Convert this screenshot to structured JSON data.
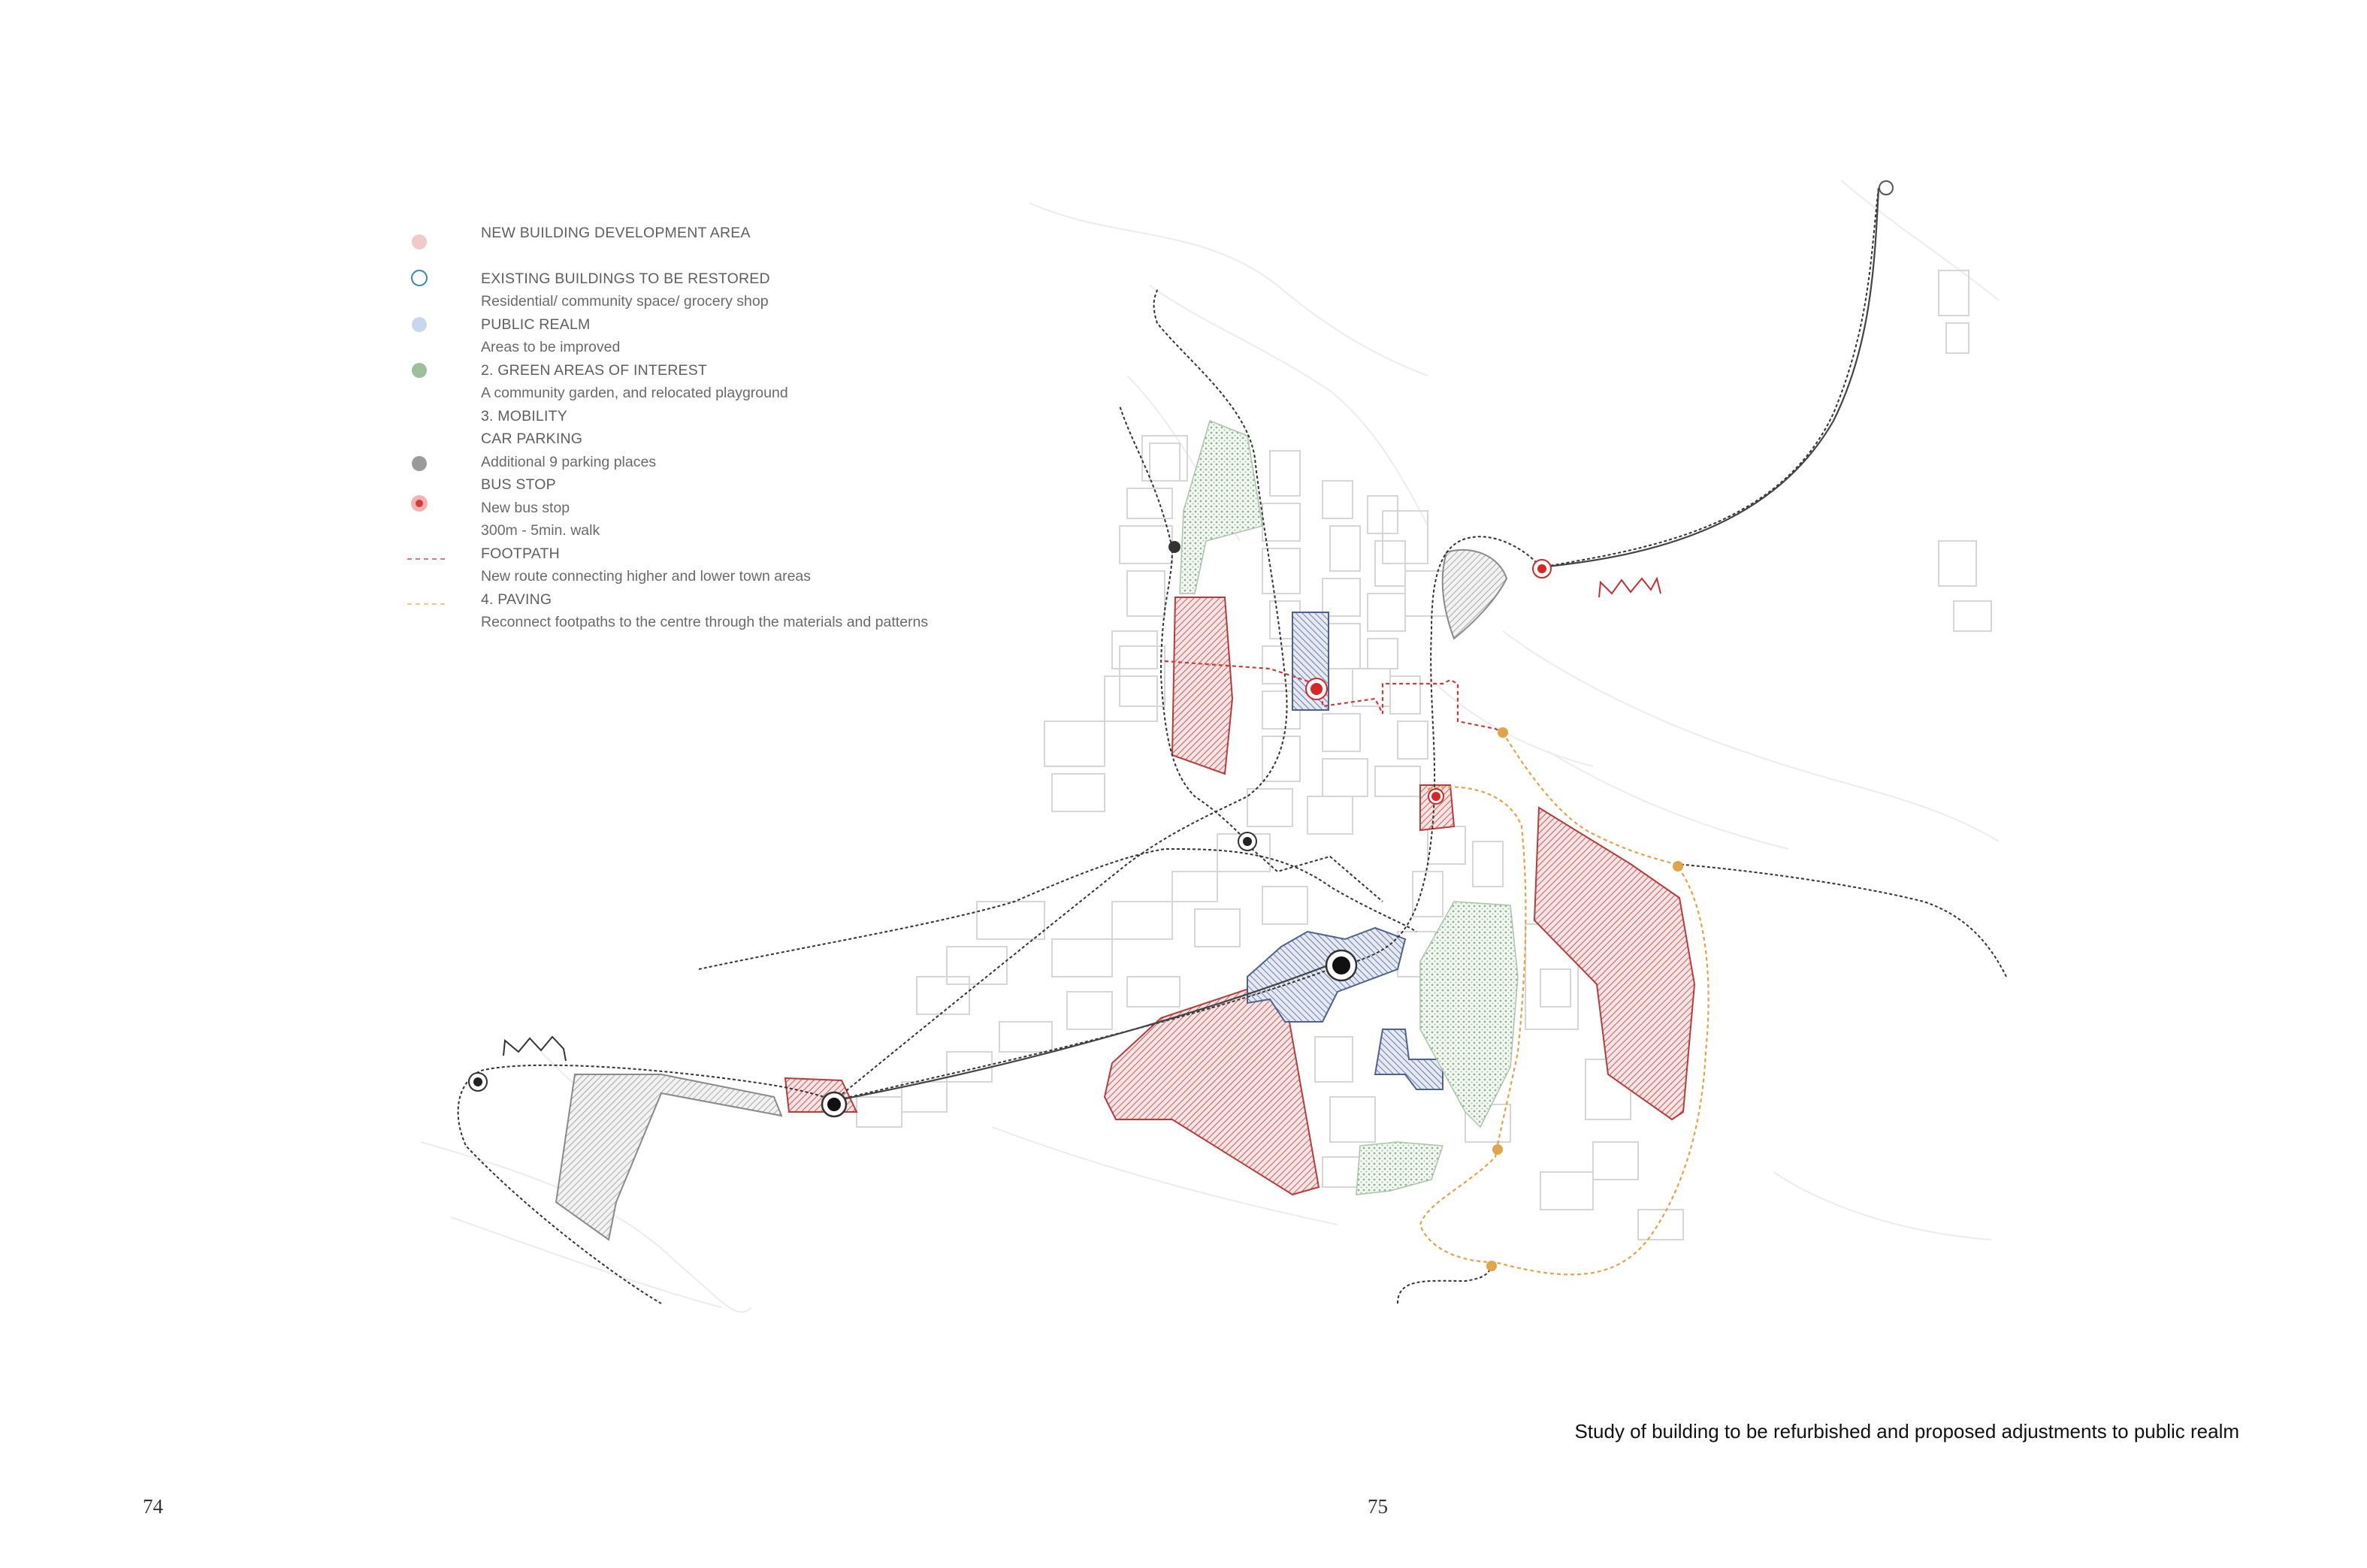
{
  "legend": [
    {
      "id": "new-building",
      "text": "NEW BUILDING DEVELOPMENT AREA",
      "style": "head",
      "symbol": "dot",
      "color": "#f0c9c9"
    },
    {
      "id": "existing-buildings",
      "text": "EXISTING BUILDINGS TO BE RESTORED",
      "style": "head",
      "symbol": "ring",
      "color": "#3a86b4"
    },
    {
      "id": "existing-buildings-sub",
      "text": "Residential/ community space/ grocery shop",
      "style": "sub"
    },
    {
      "id": "public-realm",
      "text": "PUBLIC REALM",
      "style": "head",
      "symbol": "dot",
      "color": "#c7d8ec"
    },
    {
      "id": "public-realm-sub",
      "text": "Areas to be improved",
      "style": "sub"
    },
    {
      "id": "green-areas",
      "text": "2. GREEN AREAS OF INTEREST",
      "style": "head",
      "symbol": "dot",
      "color": "#9cbf9c"
    },
    {
      "id": "green-areas-sub",
      "text": "A community garden, and relocated playground",
      "style": "sub"
    },
    {
      "id": "mobility",
      "text": "3. MOBILITY",
      "style": "head"
    },
    {
      "id": "car-parking",
      "text": "CAR PARKING",
      "style": "head",
      "symbol": "dot",
      "color": "#9a9a9a"
    },
    {
      "id": "car-parking-sub",
      "text": "Additional 9 parking places",
      "style": "sub"
    },
    {
      "id": "bus-stop",
      "text": "BUS STOP",
      "style": "head",
      "symbol": "bus",
      "color": "#d93a3a"
    },
    {
      "id": "bus-stop-sub",
      "text": "New bus stop",
      "style": "sub"
    },
    {
      "id": "bus-stop-walk",
      "text": "300m - 5min. walk",
      "style": "sub"
    },
    {
      "id": "footpath",
      "text": "FOOTPATH",
      "style": "head",
      "symbol": "dash",
      "color": "#e07a7a"
    },
    {
      "id": "footpath-sub",
      "text": "New route connecting higher and lower town areas",
      "style": "sub"
    },
    {
      "id": "paving",
      "text": "4. PAVING",
      "style": "head",
      "symbol": "dash",
      "color": "#e8c98a"
    },
    {
      "id": "paving-sub",
      "text": "Reconnect footpaths to the centre through the materials and patterns",
      "style": "sub"
    }
  ],
  "caption": "Study of building to be refurbished and proposed adjustments to public realm",
  "page_numbers": {
    "left": "74",
    "right": "75"
  },
  "colors": {
    "new_building": "#b83c3c",
    "public_realm": "#4d6290",
    "green": "#8db08d",
    "gray_hatch": "#8a8a8a",
    "bus_stop": "#d72626",
    "paving": "#e2a44a",
    "footpath": "#cc3a3a",
    "road": "#333333",
    "building_outline": "#d4d4d4"
  }
}
